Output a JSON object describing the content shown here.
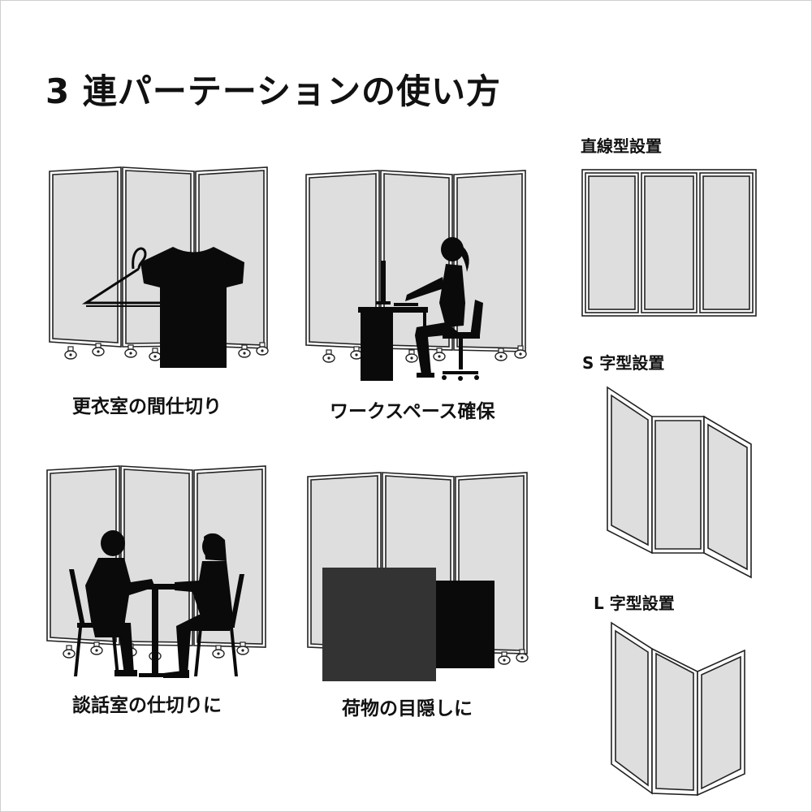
{
  "title": "3 連パーテーションの使い方",
  "uses": [
    {
      "caption": "更衣室の間仕切り"
    },
    {
      "caption": "ワークスペース確保"
    },
    {
      "caption": "談話室の仕切りに"
    },
    {
      "caption": "荷物の目隠しに"
    }
  ],
  "layouts": [
    {
      "label": "直線型設置"
    },
    {
      "label": "S 字型設置"
    },
    {
      "label": "L 字型設置"
    }
  ],
  "colors": {
    "panel_fill": "#dedede",
    "frame": "#222222",
    "silhouette": "#0a0a0a",
    "box_dark": "#333333"
  }
}
